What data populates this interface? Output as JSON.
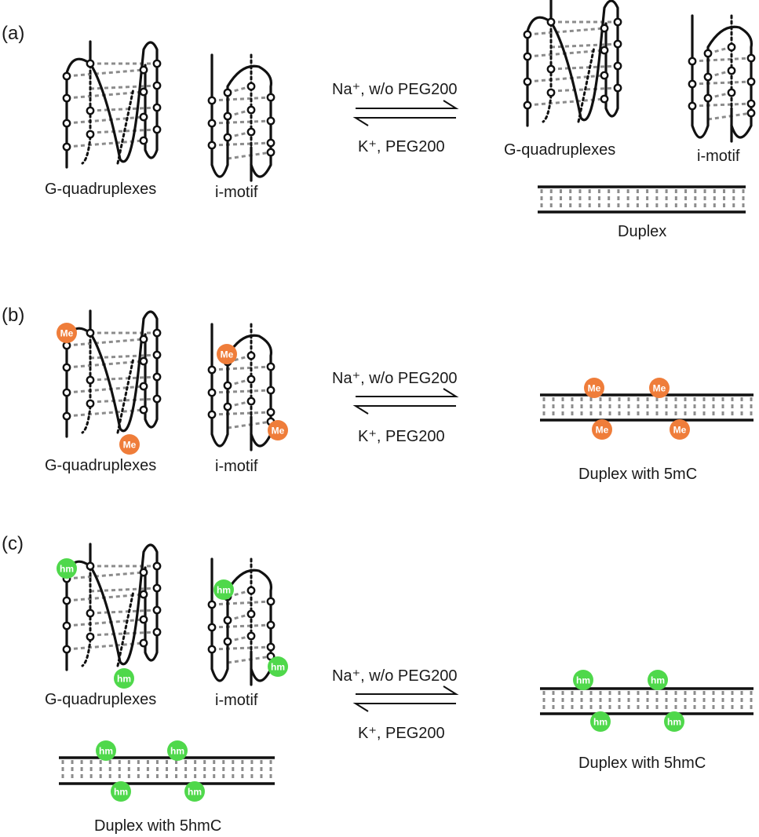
{
  "colors": {
    "methyl": "#ef7d3a",
    "hydroxymethyl": "#4fd84b",
    "strand": "#111111",
    "hbond": "#8c8c8c"
  },
  "panels": [
    {
      "label": "(a)",
      "left_labels": {
        "gq": "G-quadruplexes",
        "im": "i-motif"
      },
      "eq_top": "Na⁺, w/o PEG200",
      "eq_bottom": "K⁺, PEG200",
      "right_labels": {
        "gq": "G-quadruplexes",
        "im": "i-motif",
        "duplex": "Duplex"
      }
    },
    {
      "label": "(b)",
      "left_labels": {
        "gq": "G-quadruplexes",
        "im": "i-motif"
      },
      "eq_top": "Na⁺, w/o PEG200",
      "eq_bottom": "K⁺, PEG200",
      "right_labels": {
        "duplex": "Duplex with 5mC"
      },
      "badge": "Me"
    },
    {
      "label": "(c)",
      "left_labels": {
        "gq": "G-quadruplexes",
        "im": "i-motif",
        "duplex": "Duplex with 5hmC"
      },
      "eq_top": "Na⁺, w/o PEG200",
      "eq_bottom": "K⁺, PEG200",
      "right_labels": {
        "duplex": "Duplex with 5hmC"
      },
      "badge": "hm"
    }
  ]
}
